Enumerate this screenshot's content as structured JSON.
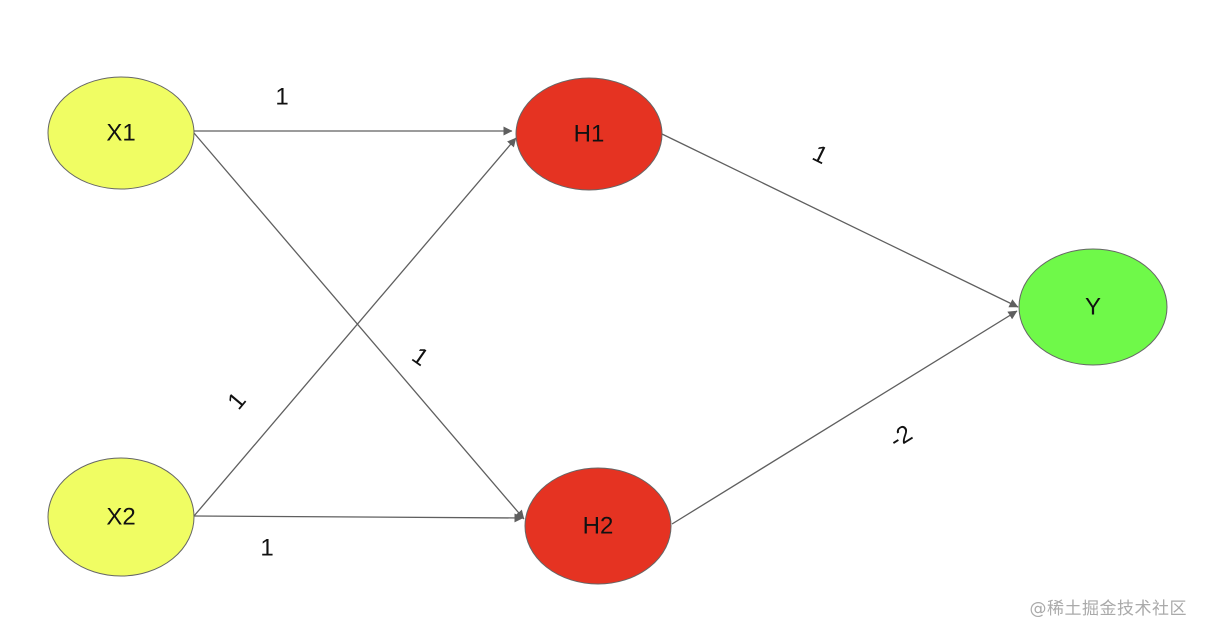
{
  "diagram": {
    "nodes": {
      "x1": {
        "label": "X1",
        "color": "#f0fd63"
      },
      "x2": {
        "label": "X2",
        "color": "#f0fd63"
      },
      "h1": {
        "label": "H1",
        "color": "#e53322"
      },
      "h2": {
        "label": "H2",
        "color": "#e53322"
      },
      "y": {
        "label": "Y",
        "color": "#6ff949"
      }
    },
    "edges": {
      "x1_h1": {
        "from": "X1",
        "to": "H1",
        "weight": "1"
      },
      "x1_h2": {
        "from": "X1",
        "to": "H2",
        "weight": "1"
      },
      "x2_h1": {
        "from": "X2",
        "to": "H1",
        "weight": "1"
      },
      "x2_h2": {
        "from": "X2",
        "to": "H2",
        "weight": "1"
      },
      "h1_y": {
        "from": "H1",
        "to": "Y",
        "weight": "1"
      },
      "h2_y": {
        "from": "H2",
        "to": "Y",
        "weight": "-2"
      }
    },
    "edge_color": "#5f5f5f"
  },
  "watermark": "@稀土掘金技术社区"
}
